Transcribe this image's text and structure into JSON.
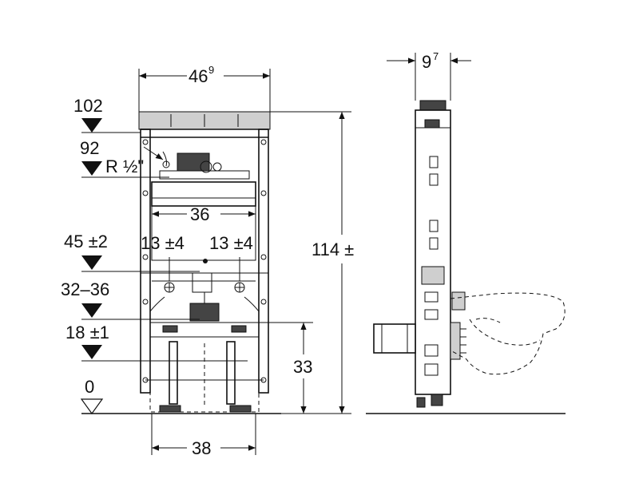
{
  "front_view": {
    "width_top": "46",
    "width_top_sup": "9",
    "height_total": "114 ±",
    "inner_width": "36",
    "offset_left": "13 ±4",
    "offset_right": "13 ±4",
    "base_height": "33",
    "base_width": "38",
    "level_102": "102",
    "level_92": "92",
    "thread_label": "R ½\"",
    "level_45": "45 ±2",
    "level_32_36": "32–36",
    "level_18": "18 ±1",
    "level_0": "0"
  },
  "side_view": {
    "depth": "9",
    "depth_sup": "7"
  }
}
